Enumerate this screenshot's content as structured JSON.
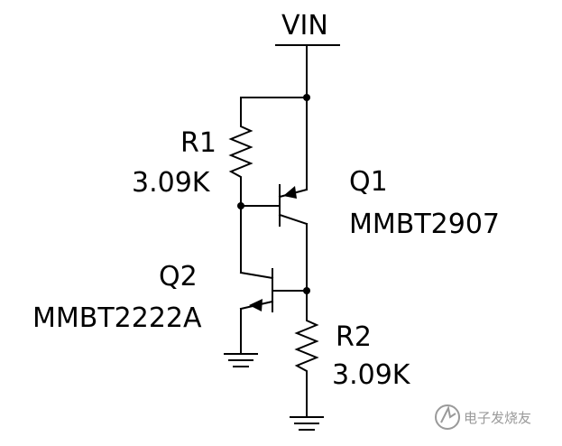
{
  "supply": {
    "label": "VIN"
  },
  "components": {
    "r1": {
      "ref": "R1",
      "value": "3.09K"
    },
    "r2": {
      "ref": "R2",
      "value": "3.09K"
    },
    "q1": {
      "ref": "Q1",
      "part": "MMBT2907"
    },
    "q2": {
      "ref": "Q2",
      "part": "MMBT2222A"
    }
  },
  "watermark": {
    "text": "电子发烧友"
  },
  "colors": {
    "ink": "#000000",
    "watermark": "#9a9a9a"
  }
}
